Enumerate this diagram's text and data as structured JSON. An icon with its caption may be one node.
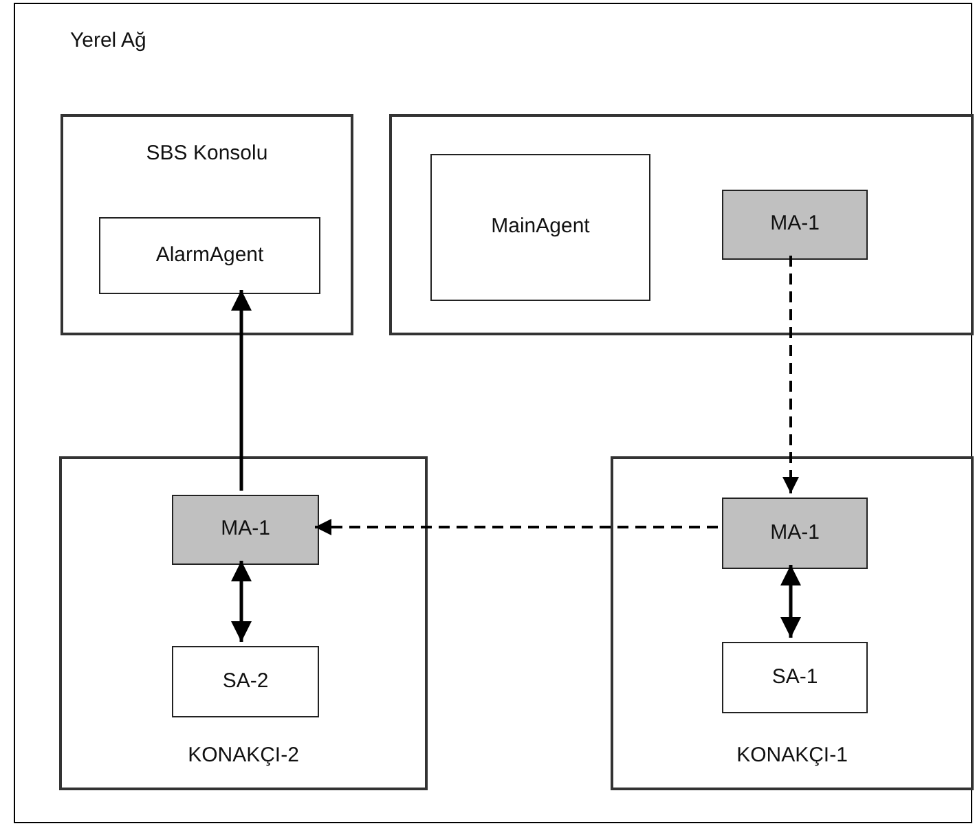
{
  "diagram": {
    "nodes": [
      {
        "text": [
          "Yerel Ağ"
        ]
      },
      {
        "text": [
          "SBS Konsolu"
        ],
        "in": 0
      },
      {
        "text": [
          "AlarmAgent"
        ],
        "in": 1
      },
      {
        "text": [],
        "shape": "box",
        "in": 0
      },
      {
        "text": [
          "MainAgent"
        ],
        "in": 3
      },
      {
        "text": [
          "MA-1"
        ],
        "in": 3
      },
      {
        "text": [
          "KONAKÇI-2"
        ],
        "in": 0
      },
      {
        "text": [
          "MA-1"
        ],
        "in": 6
      },
      {
        "text": [
          "SA-2"
        ],
        "in": 6
      },
      {
        "text": [
          "KONAKÇI-1"
        ],
        "in": 0
      },
      {
        "text": [
          "MA-1"
        ],
        "in": 9
      },
      {
        "text": [
          "SA-1"
        ],
        "in": 9
      }
    ],
    "edges": [
      {
        "from": 7,
        "to": 2,
        "arrow": "to"
      },
      {
        "from": 5,
        "to": 10,
        "arrow": "to",
        "style": "dashed"
      },
      {
        "from": 10,
        "to": 7,
        "arrow": "to",
        "style": "dashed"
      },
      {
        "from": 7,
        "to": 8,
        "arrow": "both"
      },
      {
        "from": 10,
        "to": 11,
        "arrow": "both"
      }
    ]
  }
}
